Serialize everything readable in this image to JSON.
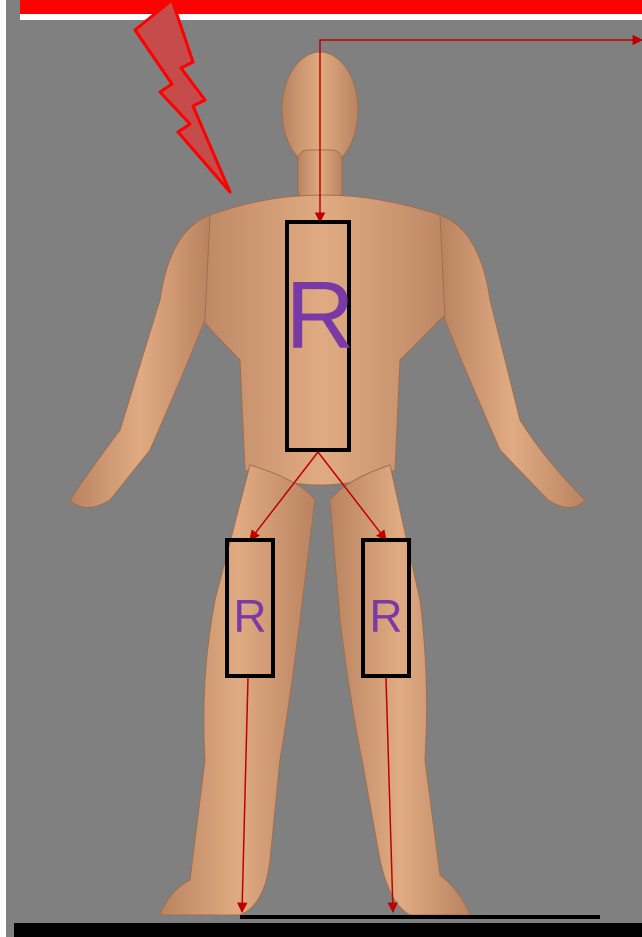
{
  "diagram": {
    "labels": {
      "torso": "R",
      "left_leg": "R",
      "right_leg": "R"
    },
    "colors": {
      "background": "#808080",
      "top_bar": "#ff0000",
      "lightning": "#c64b4b",
      "arrows": "#c00000",
      "boxes": "#000000",
      "label": "#7a3aa6",
      "skin": "#d39b6e"
    }
  }
}
